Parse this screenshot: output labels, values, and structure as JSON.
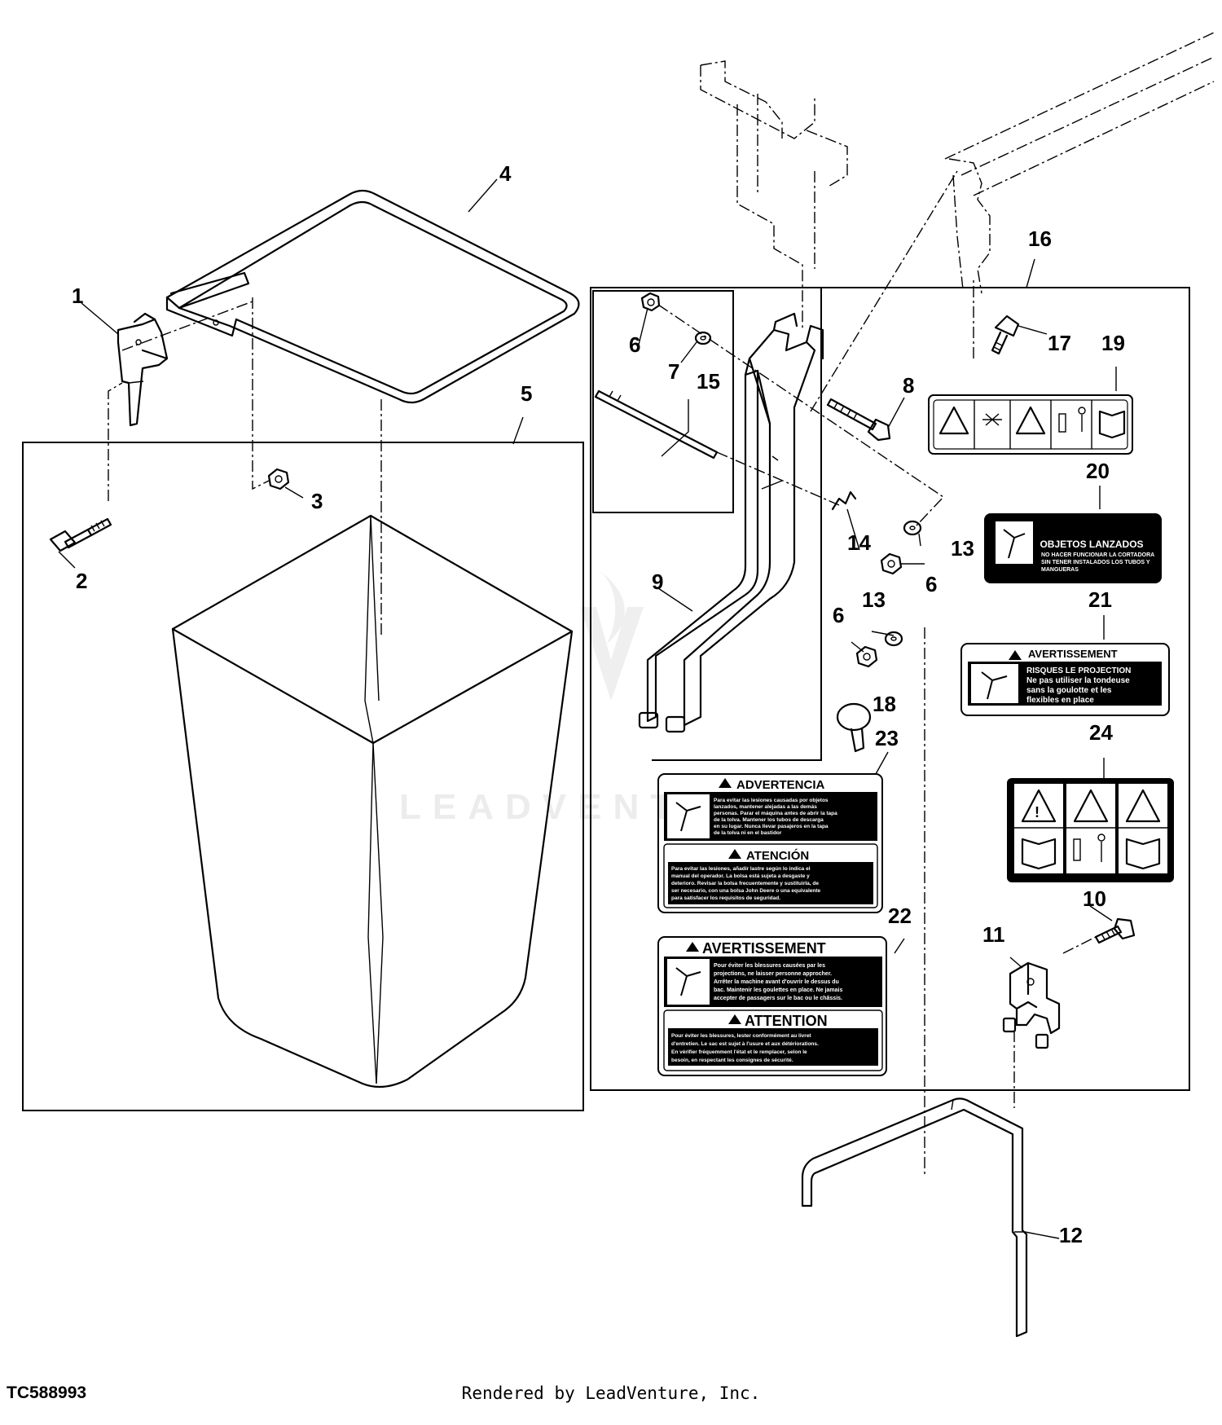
{
  "figure_id": "TC588993",
  "credit": "Rendered by LeadVenture, Inc.",
  "watermark": "LEADVENTURE",
  "callouts": {
    "c1": "1",
    "c2": "2",
    "c3": "3",
    "c4": "4",
    "c5": "5",
    "c6a": "6",
    "c6b": "6",
    "c6c": "6",
    "c7": "7",
    "c8": "8",
    "c9": "9",
    "c10": "10",
    "c11": "11",
    "c12": "12",
    "c13a": "13",
    "c13b": "13",
    "c14": "14",
    "c15": "15",
    "c16": "16",
    "c17": "17",
    "c18": "18",
    "c19": "19",
    "c20": "20",
    "c21": "21",
    "c22": "22",
    "c23": "23",
    "c24": "24"
  },
  "labels": {
    "decal20": {
      "title": "OBJETOS LANZADOS",
      "line1": "NO HACER FUNCIONAR LA CORTADORA",
      "line2": "SIN TENER INSTALADOS LOS TUBOS Y",
      "line3": "MANGUERAS"
    },
    "decal21": {
      "header": "AVERTISSEMENT",
      "line1": "RISQUES LE PROJECTION",
      "line2": "Ne pas utiliser la tondeuse",
      "line3": "sans la goulotte et les",
      "line4": "flexibles en place"
    },
    "decal23": {
      "header1": "ADVERTENCIA",
      "block1": [
        "Para evitar las lesiones causadas por objetos",
        "lanzados, mantener alejadas a las demás",
        "personas. Parar el máquina antes de abrir la tapa",
        "de la tolva. Mantener los tubos de descarga",
        "en su lugar. Nunca llevar pasajeros en la tapa",
        "de la tolva ni en el bastidor"
      ],
      "header2": "ATENCIÓN",
      "block2": [
        "Para evitar las lesiones, añadir lastre según lo indica el",
        "manual del operador. La bolsa está sujeta a desgaste y",
        "deterioro. Revisar la bolsa frecuentemente y sustituirla, de",
        "ser necesario, con una bolsa John Deere o una equivalente",
        "para satisfacer los requisitos de seguridad."
      ]
    },
    "decal22": {
      "header1": "AVERTISSEMENT",
      "block1": [
        "Pour éviter les blessures causées par les",
        "projections, ne laisser personne approcher.",
        "Arrêter la machine avant d'ouvrir le dessus du",
        "bac. Maintenir les goulettes en place. Ne jamais",
        "accepter de passagers sur le bac ou le châssis."
      ],
      "header2": "ATTENTION",
      "block2": [
        "Pour éviter les blessures, lester conformément au livret",
        "d'entretien. Le sac est sujet à l'usure et aux détériorations.",
        "En vérifier fréquemment l'état et le remplacer, selon le",
        "besoin, en respectant les consignes de sécurité."
      ]
    }
  }
}
